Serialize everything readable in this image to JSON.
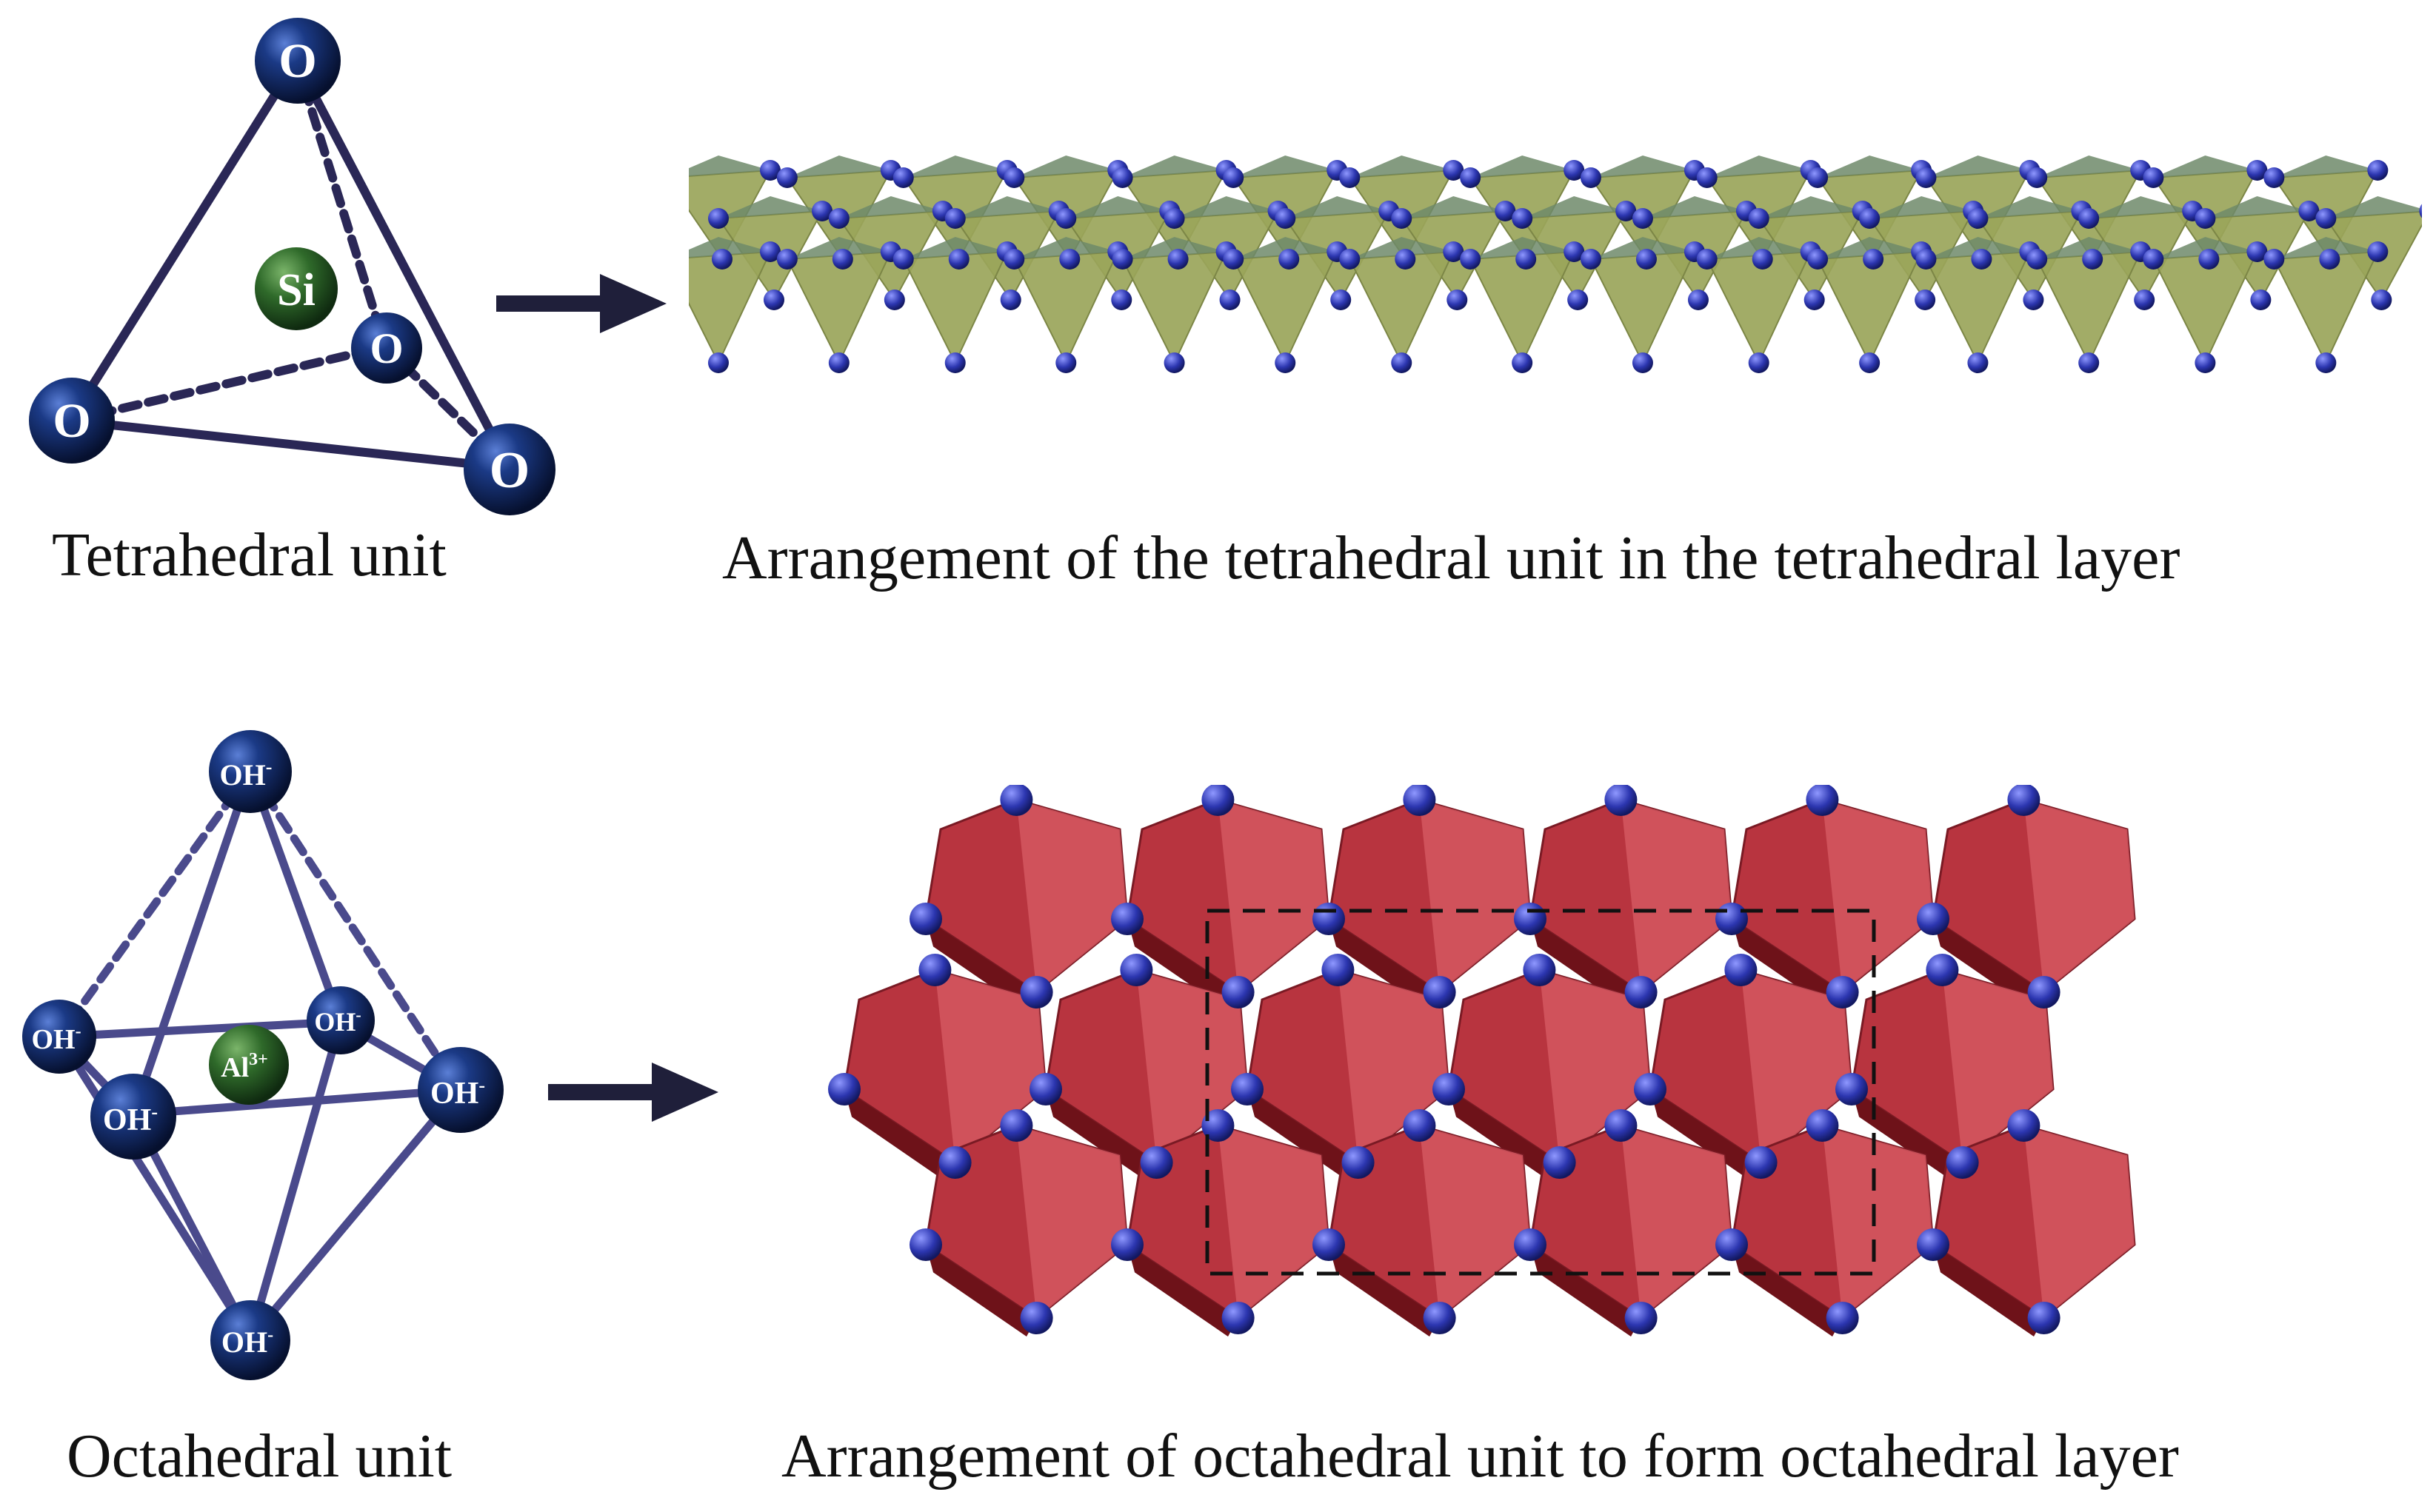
{
  "captions": {
    "tetra_unit": "Tetrahedral unit",
    "tetra_layer": "Arrangement of the tetrahedral unit in the tetrahedral layer",
    "octa_unit": "Octahedral unit",
    "octa_layer": "Arrangement of octahedral unit to form octahedral layer"
  },
  "tetrahedron": {
    "center_atom": "Si",
    "oxygen_label": "O"
  },
  "octahedron": {
    "center_atom": "Al",
    "center_charge": "3+",
    "ligand_label": "OH",
    "ligand_charge": "-"
  },
  "colors": {
    "atom_dark": "#0d1f4f",
    "bond": "#2a2756",
    "octa_bond": "#4a4a8c",
    "center_green": "#2f6a2a",
    "tetra_face": "#9aa55a",
    "octa_face": "#b8343f",
    "small_atom": "#2c36b0",
    "arrow": "#1f1f3a"
  }
}
